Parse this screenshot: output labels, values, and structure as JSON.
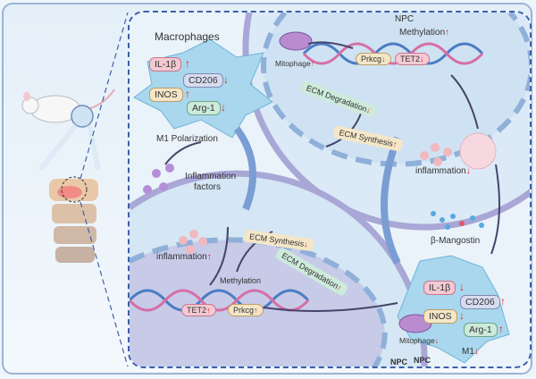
{
  "labels": {
    "npc_top": "NPC",
    "npc_bottom": "NPC",
    "npc_right": "NPC",
    "macrophages": "Macrophages",
    "m1_polarization": "M1 Polarization",
    "inflammation_factors_1": "Inflammation",
    "inflammation_factors_2": "factors",
    "inflammation_up": "inflammation",
    "inflammation_down": "inflammation",
    "methylation_top": "Methylation",
    "methylation_bottom": "Methylation",
    "mitophage_top": "Mitophage",
    "mitophage_bottom": "Mitophage",
    "ecm_degradation_top": "ECM Degradation",
    "ecm_synthesis_top": "ECM Synthesis",
    "ecm_synthesis_bottom": "ECM Synthesis",
    "ecm_degradation_bottom": "ECM Degradation",
    "beta_mangostin": "β-Mangostin",
    "m1": "M1",
    "prkcg": "Prkcg",
    "tet2": "TET2"
  },
  "markers": {
    "il1b": "IL-1β",
    "cd206": "CD206",
    "inos": "INOS",
    "arg1": "Arg-1"
  },
  "arrows": {
    "up": "↑",
    "down": "↓"
  },
  "colors": {
    "up_arrow": "#e0231c",
    "panel_border": "#3e5fa8",
    "cell": "#a9d7ee"
  }
}
